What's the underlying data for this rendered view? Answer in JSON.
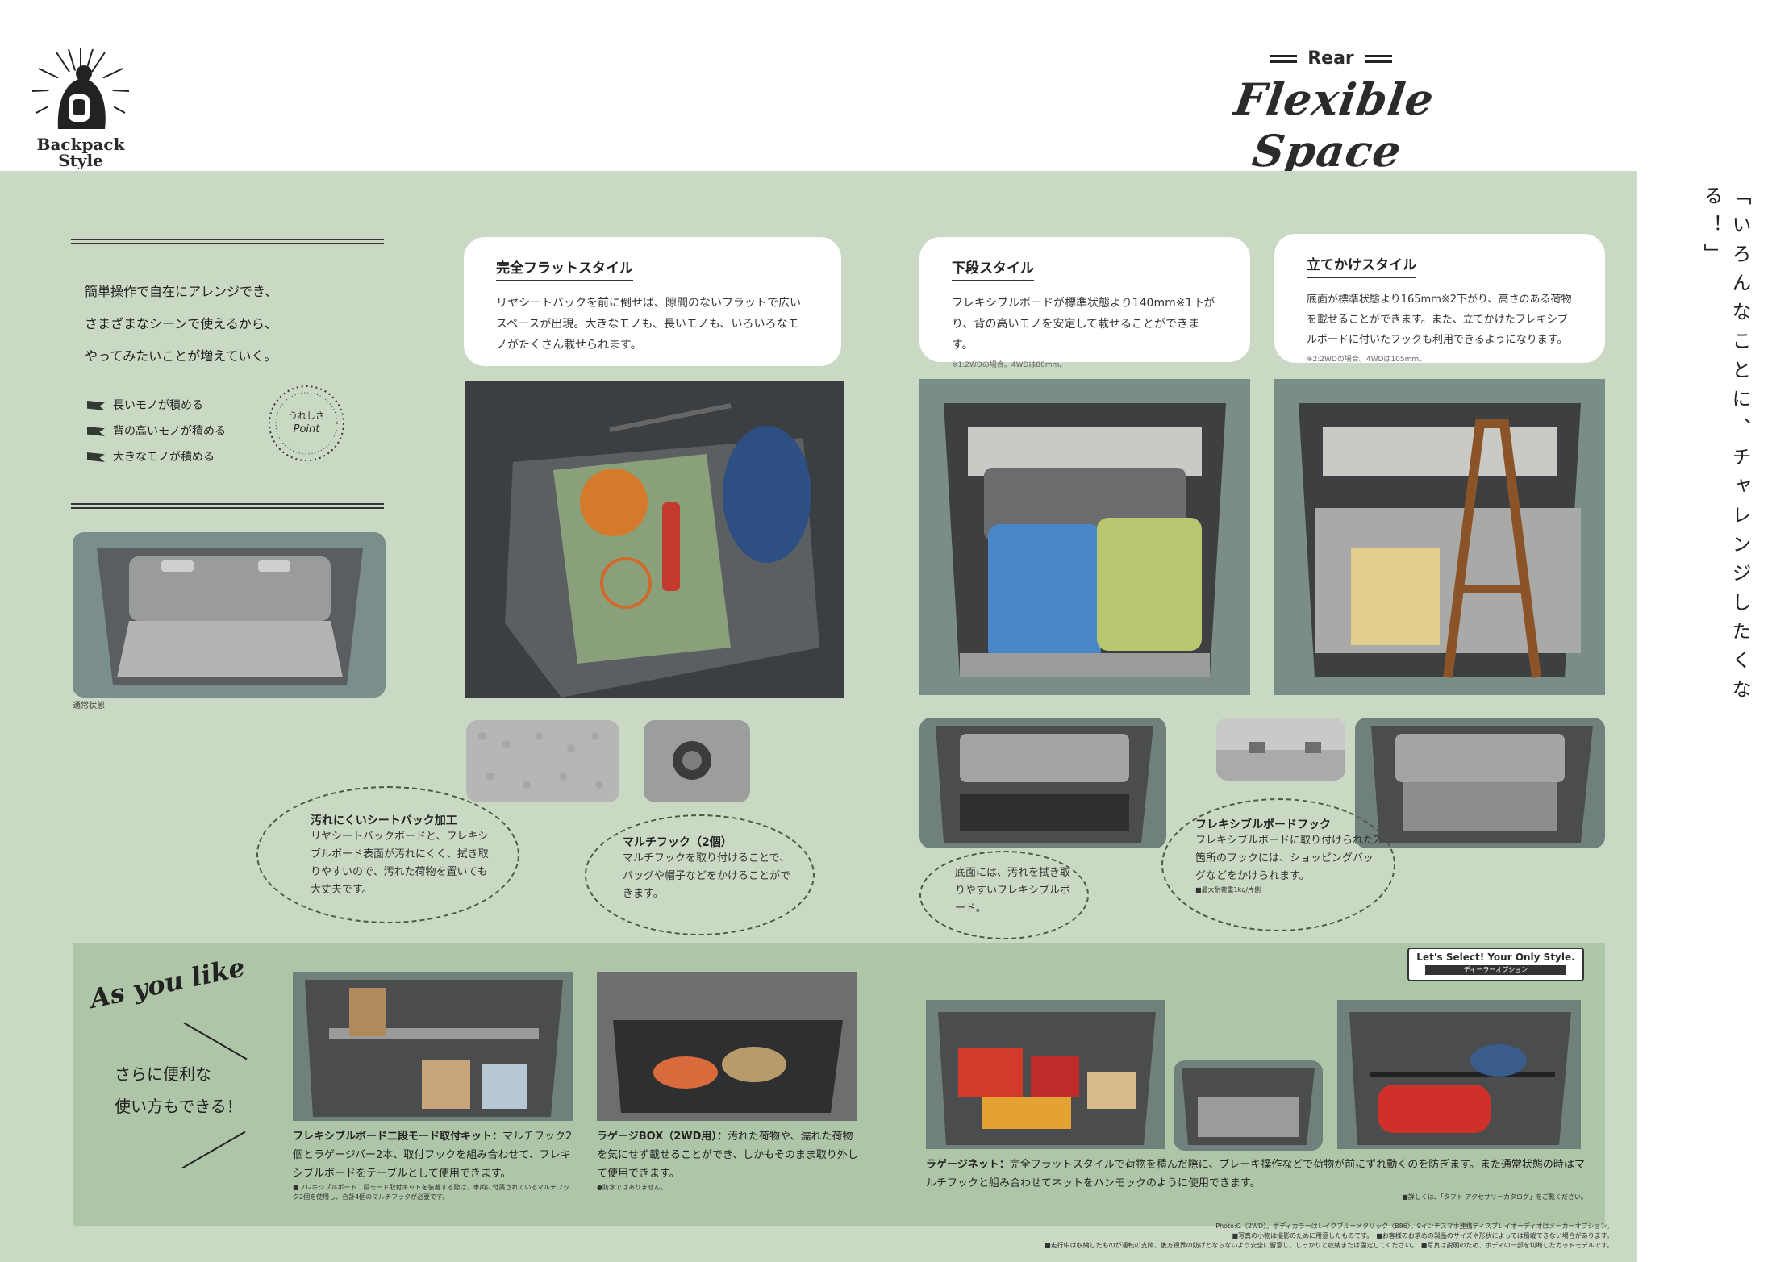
{
  "brand": {
    "logo_text": "Backpack\nStyle",
    "logo_line1": "Backpack",
    "logo_line2": "Style"
  },
  "header": {
    "kicker": "Rear",
    "title": "Flexible Space"
  },
  "side_copy": "「いろんなことに、チャレンジしたくなる！」",
  "intro": {
    "lead": [
      "簡単操作で自在にアレンジでき、",
      "さまざまなシーンで使えるから、",
      "やってみたいことが増えていく。"
    ],
    "checks": [
      "長いモノが積める",
      "背の高いモノが積める",
      "大きなモノが積める"
    ],
    "stamp_line1": "うれしさ",
    "stamp_line2": "Point",
    "photo_caption": "通常状態"
  },
  "styles": [
    {
      "title": "完全フラットスタイル",
      "body": "リヤシートバックを前に倒せば、隙間のないフラットで広いスペースが出現。大きなモノも、長いモノも、いろいろなモノがたくさん載せられます。",
      "note": ""
    },
    {
      "title": "下段スタイル",
      "body": "フレキシブルボードが標準状態より140mm※1下がり、背の高いモノを安定して載せることができます。",
      "note": "※1:2WDの場合。4WDは80mm。"
    },
    {
      "title": "立てかけスタイル",
      "body": "底面が標準状態より165mm※2下がり、高さのある荷物を載せることができます。また、立てかけたフレキシブルボードに付いたフックも利用できるようになります。",
      "note": "※2:2WDの場合。4WDは105mm。"
    }
  ],
  "bubbles": [
    {
      "title": "汚れにくいシートバック加工",
      "body": "リヤシートバックボードと、フレキシブルボード表面が汚れにくく、拭き取りやすいので、汚れた荷物を置いても大丈夫です。"
    },
    {
      "title": "マルチフック（2個）",
      "body": "マルチフックを取り付けることで、バッグや帽子などをかけることができます。"
    },
    {
      "title": "",
      "body": "底面には、汚れを拭き取りやすいフレキシブルボード。"
    },
    {
      "title": "フレキシブルボードフック",
      "body": "フレキシブルボードに取り付けられた2箇所のフックには、ショッピングバッグなどをかけられます。",
      "note": "■最大耐荷重1kg/片側"
    }
  ],
  "as_you_like": {
    "script_title": "As you like",
    "lead_line1": "さらに便利な",
    "lead_line2": "使い方もできる！",
    "badge_line1": "Let's Select! Your Only Style.",
    "badge_line2": "ディーラーオプション",
    "items": [
      {
        "label": "フレキシブルボード二段モード取付キット：",
        "text": "マルチフック2個とラゲージバー2本、取付フックを組み合わせて、フレキシブルボードをテーブルとして使用できます。",
        "note": "■フレキシブルボード二段モード取付キットを装着する際は、車両に付属されているマルチフック2個を使用し、合計4個のマルチフックが必要です。"
      },
      {
        "label": "ラゲージBOX（2WD用）：",
        "text": "汚れた荷物や、濡れた荷物を気にせず載せることができ、しかもそのまま取り外して使用できます。",
        "note": "●防水ではありません。"
      },
      {
        "label": "ラゲージネット：",
        "text": "完全フラットスタイルで荷物を積んだ際に、ブレーキ操作などで荷物が前にずれ動くのを防ぎます。また通常状態の時はマルチフックと組み合わせてネットをハンモックのように使用できます。",
        "note": "■詳しくは、「タフト アクセサリーカタログ」をご覧ください。"
      }
    ]
  },
  "footer_notes": [
    "Photo:G（2WD）。ボディカラーはレイクブルーメタリック〈B86〉。9インチスマホ連携ディスプレイオーディオはメーカーオプション。",
    "■写真の小物は撮影のために用意したものです。　■お客様のお求めの製品のサイズや形状によっては積載できない場合があります。",
    "■走行中は収納したものが運転の支障、後方視界の妨げとならないよう安全に留意し、しっかりと収納または固定してください。　■写真は説明のため、ボディの一部を切断したカットモデルです。"
  ],
  "colors": {
    "panel": "#c9d9c3",
    "option_panel": "#aec5a7",
    "ink": "#2b2b2b"
  }
}
